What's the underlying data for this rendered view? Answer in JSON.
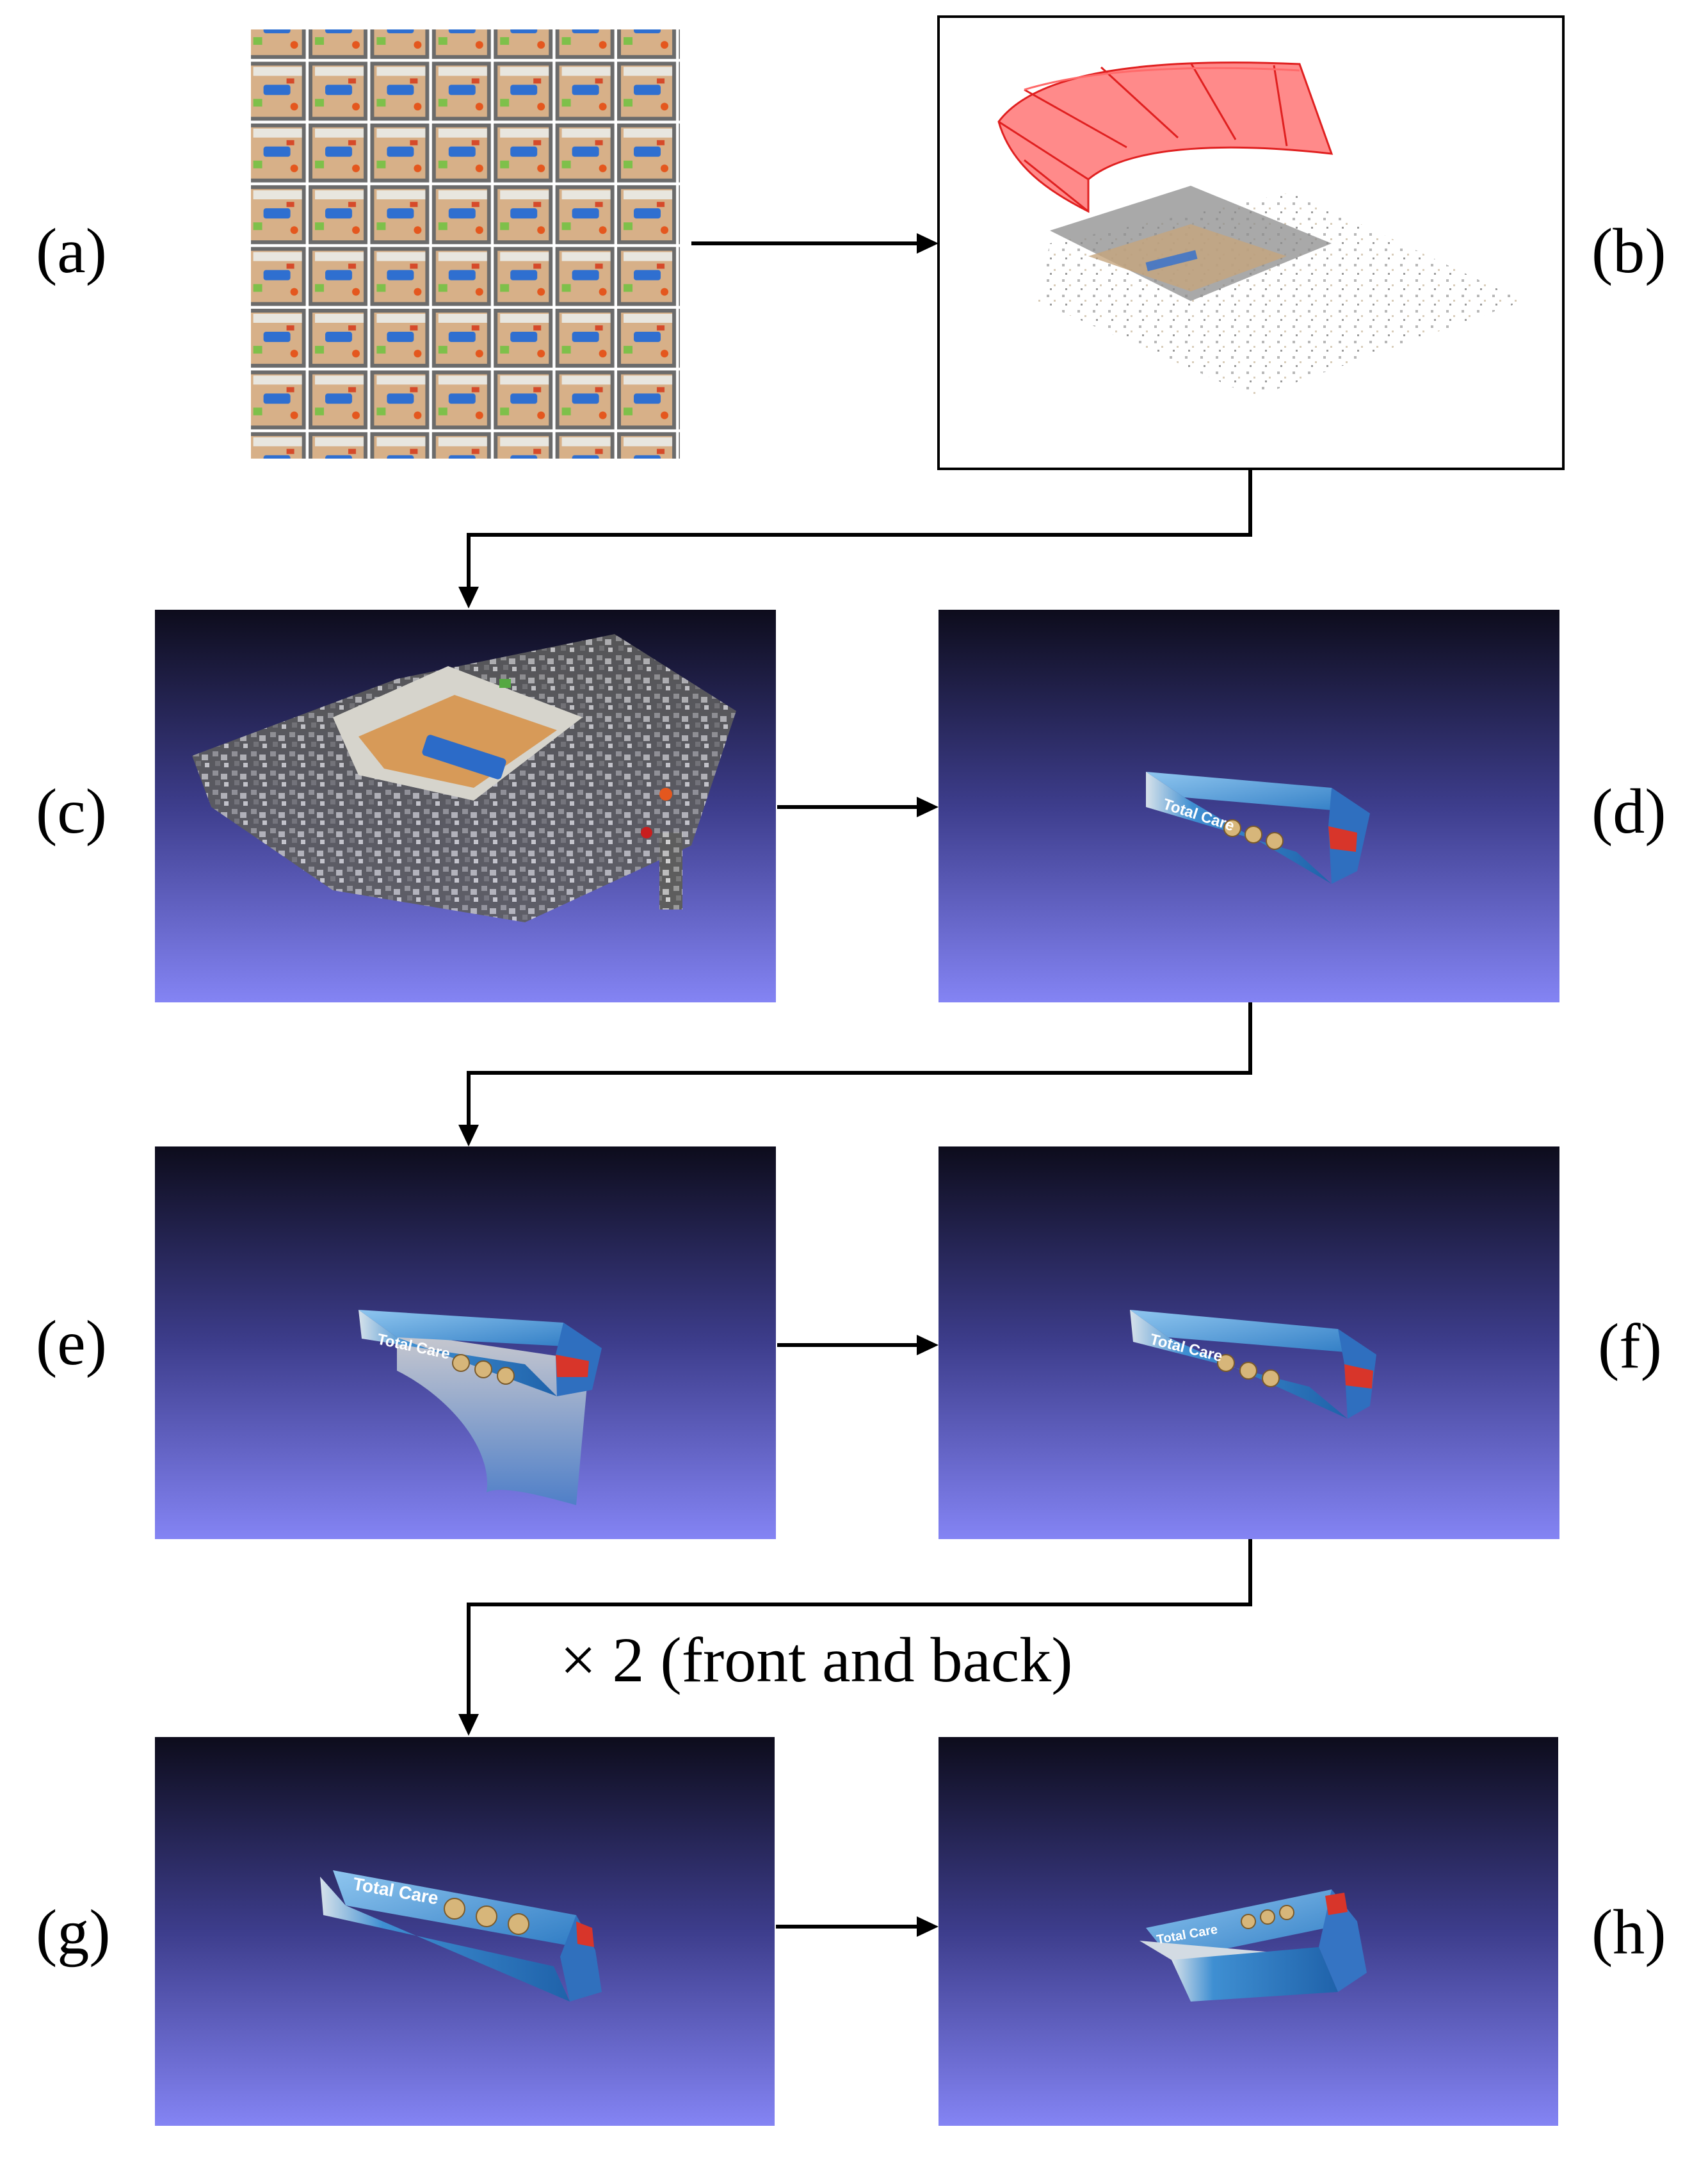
{
  "figure": {
    "panel_labels": {
      "a": "(a)",
      "b": "(b)",
      "c": "(c)",
      "d": "(d)",
      "e": "(e)",
      "f": "(f)",
      "g": "(g)",
      "h": "(h)"
    },
    "repeat_note": "× 2 (front and back)",
    "box_text": {
      "d": [
        "Total Care"
      ],
      "e": [
        "Total Care"
      ],
      "f": [
        "Total Care"
      ],
      "g": [
        "Total Care"
      ],
      "h": [
        "Total Care"
      ]
    }
  }
}
